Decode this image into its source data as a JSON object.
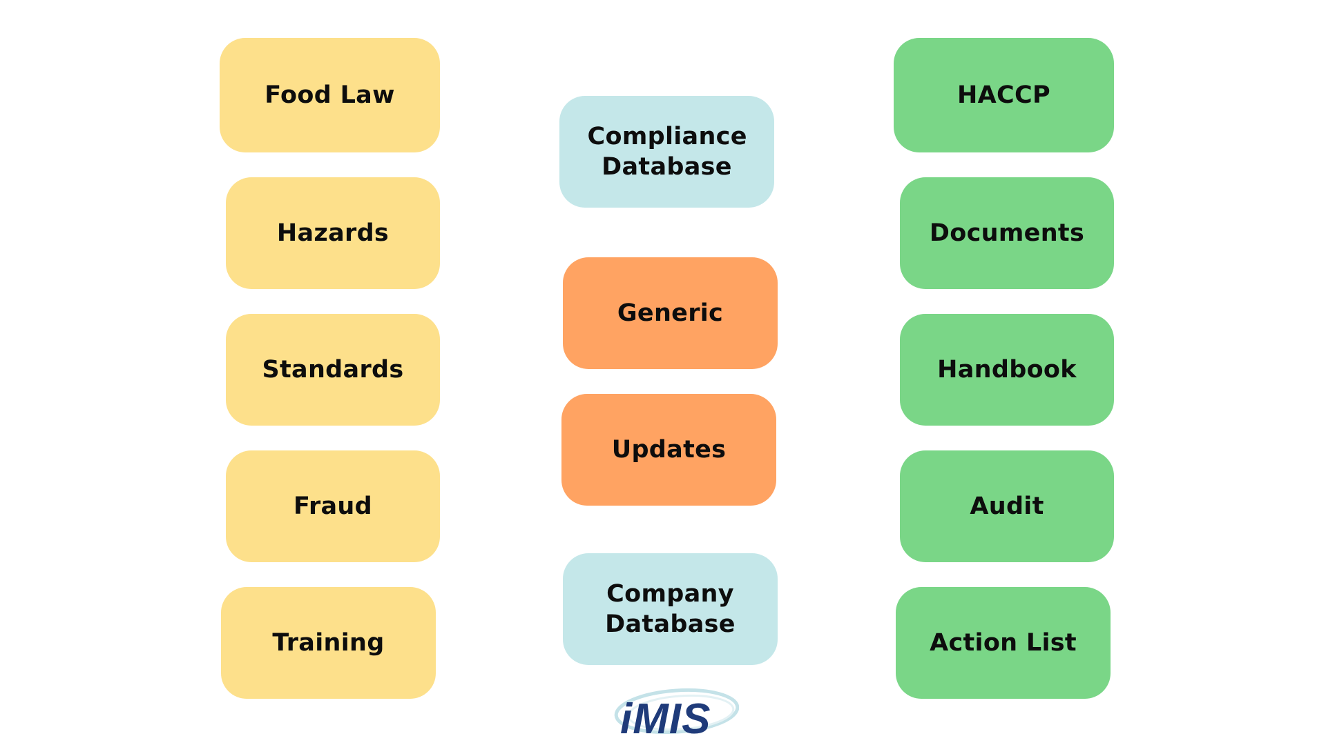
{
  "colors": {
    "yellow": "#fde08b",
    "green": "#7ad687",
    "blue": "#c4e7e9",
    "orange": "#ffa362",
    "logo_text": "#1f3b7a",
    "logo_swoosh": "#c4e2e8"
  },
  "left_column": [
    {
      "label": "Food Law"
    },
    {
      "label": "Hazards"
    },
    {
      "label": "Standards"
    },
    {
      "label": "Fraud"
    },
    {
      "label": "Training"
    }
  ],
  "center_column": [
    {
      "label": "Compliance Database"
    },
    {
      "label": "Generic"
    },
    {
      "label": "Updates"
    },
    {
      "label": "Company Database"
    }
  ],
  "right_column": [
    {
      "label": "HACCP"
    },
    {
      "label": "Documents"
    },
    {
      "label": "Handbook"
    },
    {
      "label": "Audit"
    },
    {
      "label": "Action List"
    }
  ],
  "logo": {
    "text": "iMIS"
  }
}
